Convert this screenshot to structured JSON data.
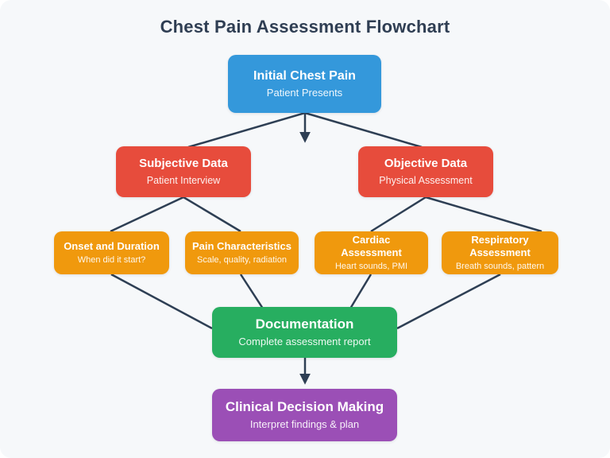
{
  "title": "Chest Pain Assessment Flowchart",
  "colors": {
    "background": "#f6f8fa",
    "title_text": "#2f3e53",
    "connector": "#2e3f54",
    "node_initial": "#3498db",
    "node_data_level": "#e74c3c",
    "node_assessment_level": "#f0990d",
    "node_documentation": "#27ae60",
    "node_decision": "#9b4fb6"
  },
  "nodes": {
    "initial": {
      "label": "Initial Chest Pain",
      "sublabel": "Patient Presents"
    },
    "subjective": {
      "label": "Subjective Data",
      "sublabel": "Patient Interview"
    },
    "objective": {
      "label": "Objective Data",
      "sublabel": "Physical Assessment"
    },
    "onset": {
      "label": "Onset and Duration",
      "sublabel": "When did it start?"
    },
    "pain": {
      "label": "Pain Characteristics",
      "sublabel": "Scale, quality, radiation"
    },
    "cardiac": {
      "label": "Cardiac Assessment",
      "sublabel": "Heart sounds, PMI"
    },
    "respiratory": {
      "label": "Respiratory Assessment",
      "sublabel": "Breath sounds, pattern"
    },
    "documentation": {
      "label": "Documentation",
      "sublabel": "Complete assessment report"
    },
    "decision": {
      "label": "Clinical Decision Making",
      "sublabel": "Interpret findings & plan"
    }
  },
  "edges": [
    {
      "from": "initial",
      "to": "subjective",
      "arrowhead": false
    },
    {
      "from": "initial",
      "to": "down",
      "arrowhead": true
    },
    {
      "from": "initial",
      "to": "objective",
      "arrowhead": false
    },
    {
      "from": "subjective",
      "to": "onset",
      "arrowhead": false
    },
    {
      "from": "subjective",
      "to": "pain",
      "arrowhead": false
    },
    {
      "from": "objective",
      "to": "cardiac",
      "arrowhead": false
    },
    {
      "from": "objective",
      "to": "respiratory",
      "arrowhead": false
    },
    {
      "from": "onset",
      "to": "documentation",
      "arrowhead": false
    },
    {
      "from": "pain",
      "to": "documentation",
      "arrowhead": false
    },
    {
      "from": "cardiac",
      "to": "documentation",
      "arrowhead": false
    },
    {
      "from": "respiratory",
      "to": "documentation",
      "arrowhead": false
    },
    {
      "from": "documentation",
      "to": "decision",
      "arrowhead": true
    }
  ]
}
